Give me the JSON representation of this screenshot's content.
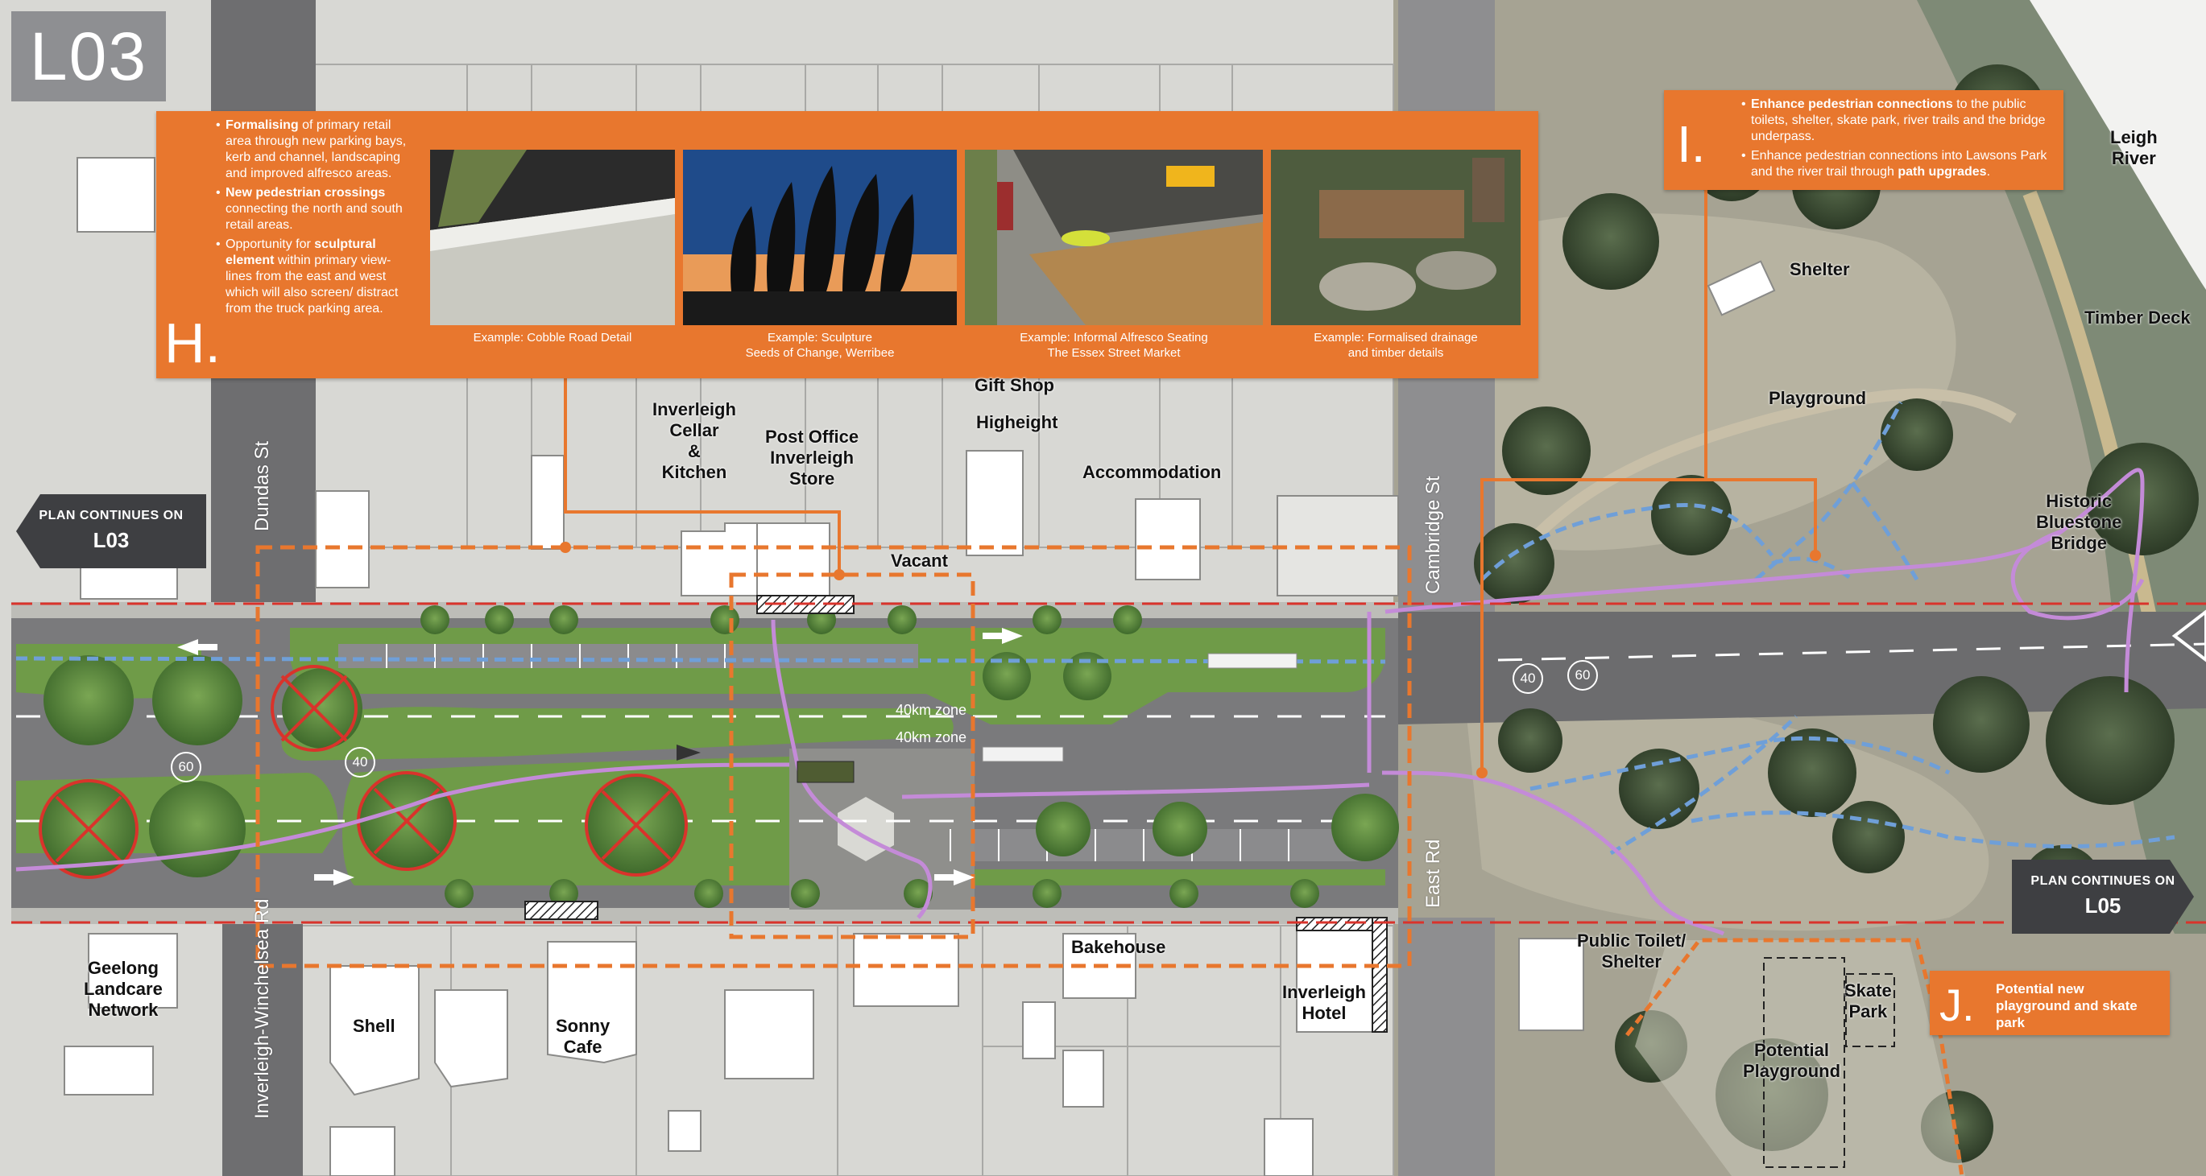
{
  "sheet_code": "L03",
  "panel_h": {
    "letter": "H.",
    "bullets": [
      {
        "bold": "Formalising",
        "text": " of primary retail area through new parking bays, kerb and channel, landscaping and improved alfresco areas."
      },
      {
        "bold": "New pedestrian crossings",
        "text": " connecting the north and south retail areas."
      },
      {
        "pre": "Opportunity for ",
        "bold": "sculptural element",
        "text": " within primary view-lines from the east and west which will also screen/ distract from the truck parking area."
      }
    ],
    "captions": [
      {
        "line1": "Example: Cobble Road Detail",
        "line2": ""
      },
      {
        "line1": "Example: Sculpture",
        "line2": "Seeds of Change, Werribee"
      },
      {
        "line1": "Example: Informal Alfresco Seating",
        "line2": "The Essex Street Market"
      },
      {
        "line1": "Example: Formalised drainage",
        "line2": "and timber details"
      }
    ]
  },
  "panel_i": {
    "letter": "I.",
    "bullets": [
      {
        "bold": "Enhance pedestrian connections",
        "text": " to the public toilets, shelter, skate park, river trails and the bridge underpass."
      },
      {
        "pre": "Enhance pedestrian connections into Lawsons Park and the river trail through ",
        "bold": "path upgrades",
        "text": "."
      }
    ]
  },
  "panel_j": {
    "letter": "J.",
    "text": "Potential new playground and skate park"
  },
  "continues": {
    "west": {
      "top": "PLAN CONTINUES ON",
      "code": "L03"
    },
    "east": {
      "top": "PLAN CONTINUES ON",
      "code": "L05"
    }
  },
  "streets": {
    "dundas": "Dundas St",
    "inverleigh_winchelsea": "Inverleigh-Winchelsea Rd",
    "cambridge": "Cambridge St",
    "east": "East Rd"
  },
  "places": {
    "cellar": [
      "Inverleigh",
      "Cellar",
      "&",
      "Kitchen"
    ],
    "post_office": [
      "Post Office",
      "Inverleigh",
      "Store"
    ],
    "gift_shop": "Gift Shop",
    "higheight": "Higheight",
    "accommodation": "Accommodation",
    "vacant": "Vacant",
    "bakehouse": "Bakehouse",
    "hotel": [
      "Inverleigh",
      "Hotel"
    ],
    "sonny": [
      "Sonny",
      "Cafe"
    ],
    "shell": "Shell",
    "landcare": [
      "Geelong",
      "Landcare",
      "Network"
    ],
    "toilet": [
      "Public Toilet/",
      "Shelter"
    ],
    "skate": [
      "Skate",
      "Park"
    ],
    "playground_potential": [
      "Potential",
      "Playground"
    ],
    "shelter": "Shelter",
    "playground": "Playground",
    "timber_deck": "Timber Deck",
    "bridge": [
      "Historic",
      "Bluestone",
      "Bridge"
    ],
    "river": [
      "Leigh",
      "River"
    ]
  },
  "zones": {
    "z1": "40km zone",
    "z2": "40km zone"
  },
  "speeds": {
    "s60a": "60",
    "s40a": "40",
    "s40b": "40",
    "s60b": "60"
  },
  "colors": {
    "accent": "#e8772e",
    "road": "#6d6d6f",
    "grass": "#6f9b48",
    "path_purple": "#c48bd8",
    "path_blue": "#6f9fd8",
    "red_dash": "#d9332b",
    "orange_dash": "#e8772e"
  }
}
